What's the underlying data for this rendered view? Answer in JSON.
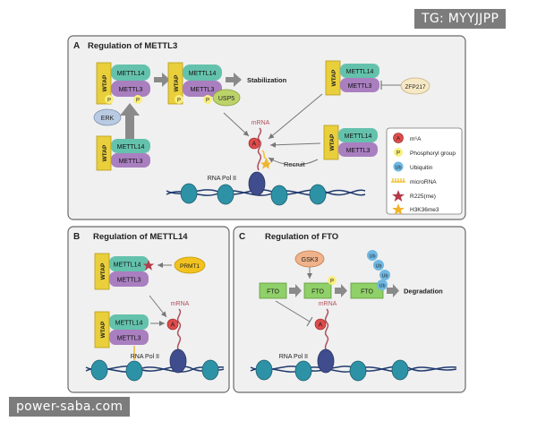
{
  "watermarks": {
    "top_right": "TG: MYYJJPP",
    "bottom_left": "power-saba.com"
  },
  "panels": {
    "a": {
      "letter": "A",
      "title": "Regulation of METTL3"
    },
    "b": {
      "letter": "B",
      "title": "Regulation of METTL14"
    },
    "c": {
      "letter": "C",
      "title": "Regulation of FTO"
    }
  },
  "proteins": {
    "wtap": "WTAP",
    "mettl3": "METTL3",
    "mettl14": "METTL14",
    "erk": "ERK",
    "usp5": "USP5",
    "zfp217": "ZFP217",
    "prmt1": "PRMT1",
    "gsk3": "GSK3",
    "fto": "FTO"
  },
  "marks": {
    "m6a": "A",
    "phospho": "P",
    "ub": "Ub"
  },
  "labels": {
    "stabilization": "Stabilization",
    "recruit": "Recruit",
    "mrna": "mRNA",
    "rna_pol": "RNA Pol II",
    "degradation": "Degradation"
  },
  "legend": [
    {
      "symbol": "A",
      "text": "m⁶A"
    },
    {
      "symbol": "P",
      "text": "Phosphoryl group"
    },
    {
      "symbol": "Ub",
      "text": "Ubiquitin"
    },
    {
      "symbol": "microrna",
      "text": "microRNA"
    },
    {
      "symbol": "red-star",
      "text": "R225(me)"
    },
    {
      "symbol": "yellow-star",
      "text": "H3K36me3"
    }
  ],
  "colors": {
    "wtap": "#e9cf3b",
    "mettl14": "#64c2ac",
    "mettl3": "#a97fc0",
    "erk": "#b9cbe2",
    "usp5": "#bcd36a",
    "zfp217": "#f6e8c4",
    "prmt1": "#f2c21e",
    "gsk3": "#f0b28a",
    "fto": "#8fd068",
    "phospho": "#f9ef7d",
    "ub": "#6fb8e2",
    "m6a": "#e04b4b",
    "mrna": "#b0505c",
    "nucleosome": "#2e92a7",
    "dna": "#203b6e",
    "polii": "#3f4d8e",
    "arrow": "#8a8a8a",
    "star_red": "#b33a4a",
    "star_yellow": "#f0b32c"
  }
}
